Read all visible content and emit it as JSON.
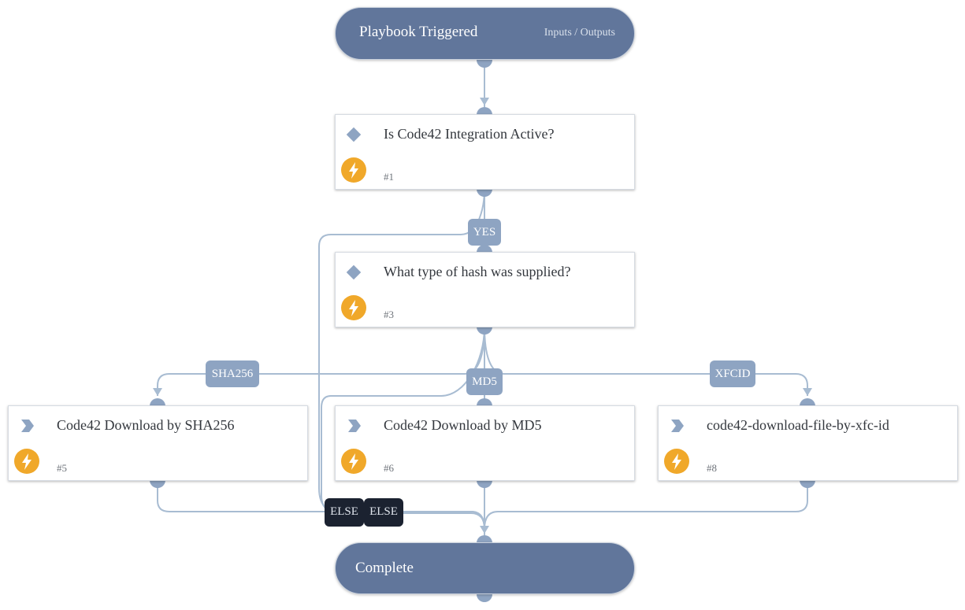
{
  "start": {
    "title": "Playbook Triggered",
    "io_link": "Inputs / Outputs"
  },
  "end": {
    "title": "Complete"
  },
  "tasks": [
    {
      "name": "Is Code42 Integration Active?",
      "id": "#1",
      "icon": "diamond-icon"
    },
    {
      "name": "What type of hash was supplied?",
      "id": "#3",
      "icon": "diamond-icon"
    },
    {
      "name": "Code42 Download by SHA256",
      "id": "#5",
      "icon": "chevron-icon"
    },
    {
      "name": "Code42 Download by MD5",
      "id": "#6",
      "icon": "chevron-icon"
    },
    {
      "name": "code42-download-file-by-xfc-id",
      "id": "#8",
      "icon": "chevron-icon"
    }
  ],
  "edge_labels": {
    "yes": "YES",
    "sha256": "SHA256",
    "md5": "MD5",
    "xfcid": "XFCID",
    "else1": "ELSE",
    "else2": "ELSE"
  },
  "colors": {
    "pill": "#61769b",
    "edge": "#a8bcd2",
    "port": "#8ea4c2",
    "label": "#8ea4c2",
    "else_label": "#1b2230",
    "bolt": "#f0a82a"
  }
}
